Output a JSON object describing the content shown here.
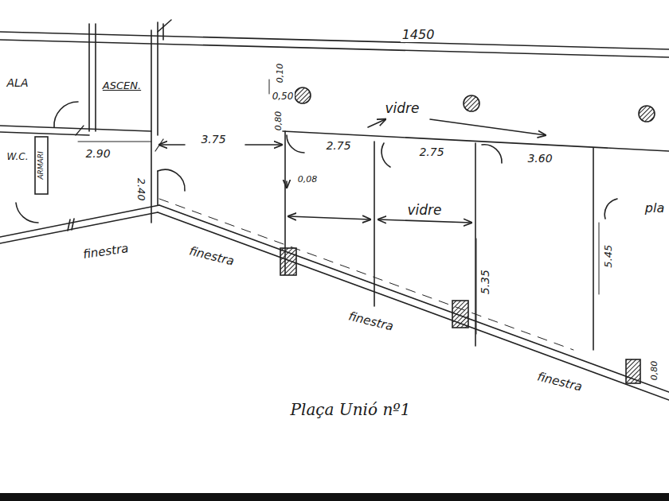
{
  "diagram": {
    "caption": "Plaça Unió nº1",
    "labels": [
      "1450",
      "ALA",
      "ASCEN.",
      "W.C.",
      "ARMARI",
      "2.90",
      "3.75",
      "2.40",
      "0,10",
      "0,50",
      "0,80",
      "vidre",
      "2.75",
      "2.75",
      "3.60",
      "0,08",
      "vidre",
      "5.35",
      "5.45",
      "pla",
      "finestra",
      "finestra",
      "finestra",
      "finestra",
      "0,80"
    ]
  }
}
